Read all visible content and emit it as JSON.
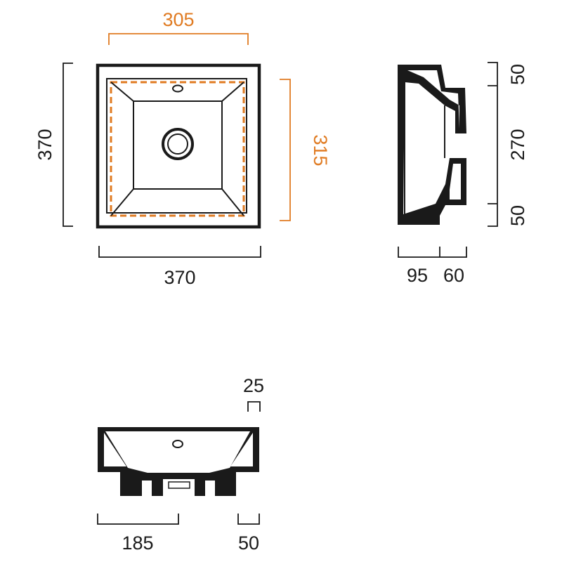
{
  "colors": {
    "line": "#1a1a1a",
    "accent": "#e07b22",
    "background": "#ffffff"
  },
  "top_view": {
    "width_label": "370",
    "height_label": "370",
    "inner_width_label": "305",
    "inner_height_label": "315"
  },
  "side_view": {
    "top_label": "50",
    "middle_label": "270",
    "bottom_label": "50",
    "depth_left_label": "95",
    "depth_right_label": "60"
  },
  "front_view": {
    "rim_label": "25",
    "half_width_label": "185",
    "edge_label": "50"
  }
}
